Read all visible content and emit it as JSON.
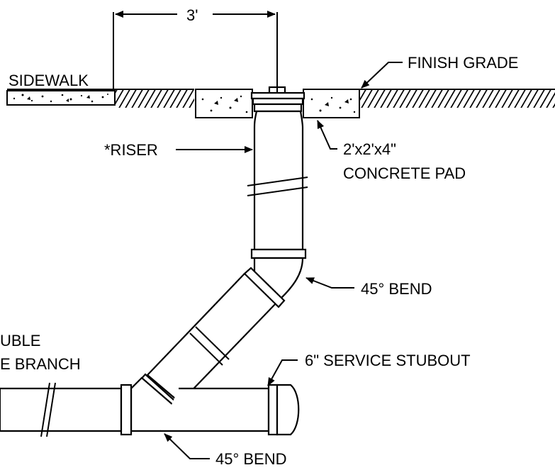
{
  "labels": {
    "dimension": "3'",
    "sidewalk": "SIDEWALK",
    "finish_grade": "FINISH GRADE",
    "riser": "*RISER",
    "pad_line1": "2'x2'x4\"",
    "pad_line2": "CONCRETE PAD",
    "bend_upper": "45° BEND",
    "branch_line1": "UBLE",
    "branch_line2": "E BRANCH",
    "stubout": "6\" SERVICE STUBOUT",
    "bend_lower": "45° BEND"
  },
  "colors": {
    "line": "#000000",
    "background": "#ffffff"
  }
}
